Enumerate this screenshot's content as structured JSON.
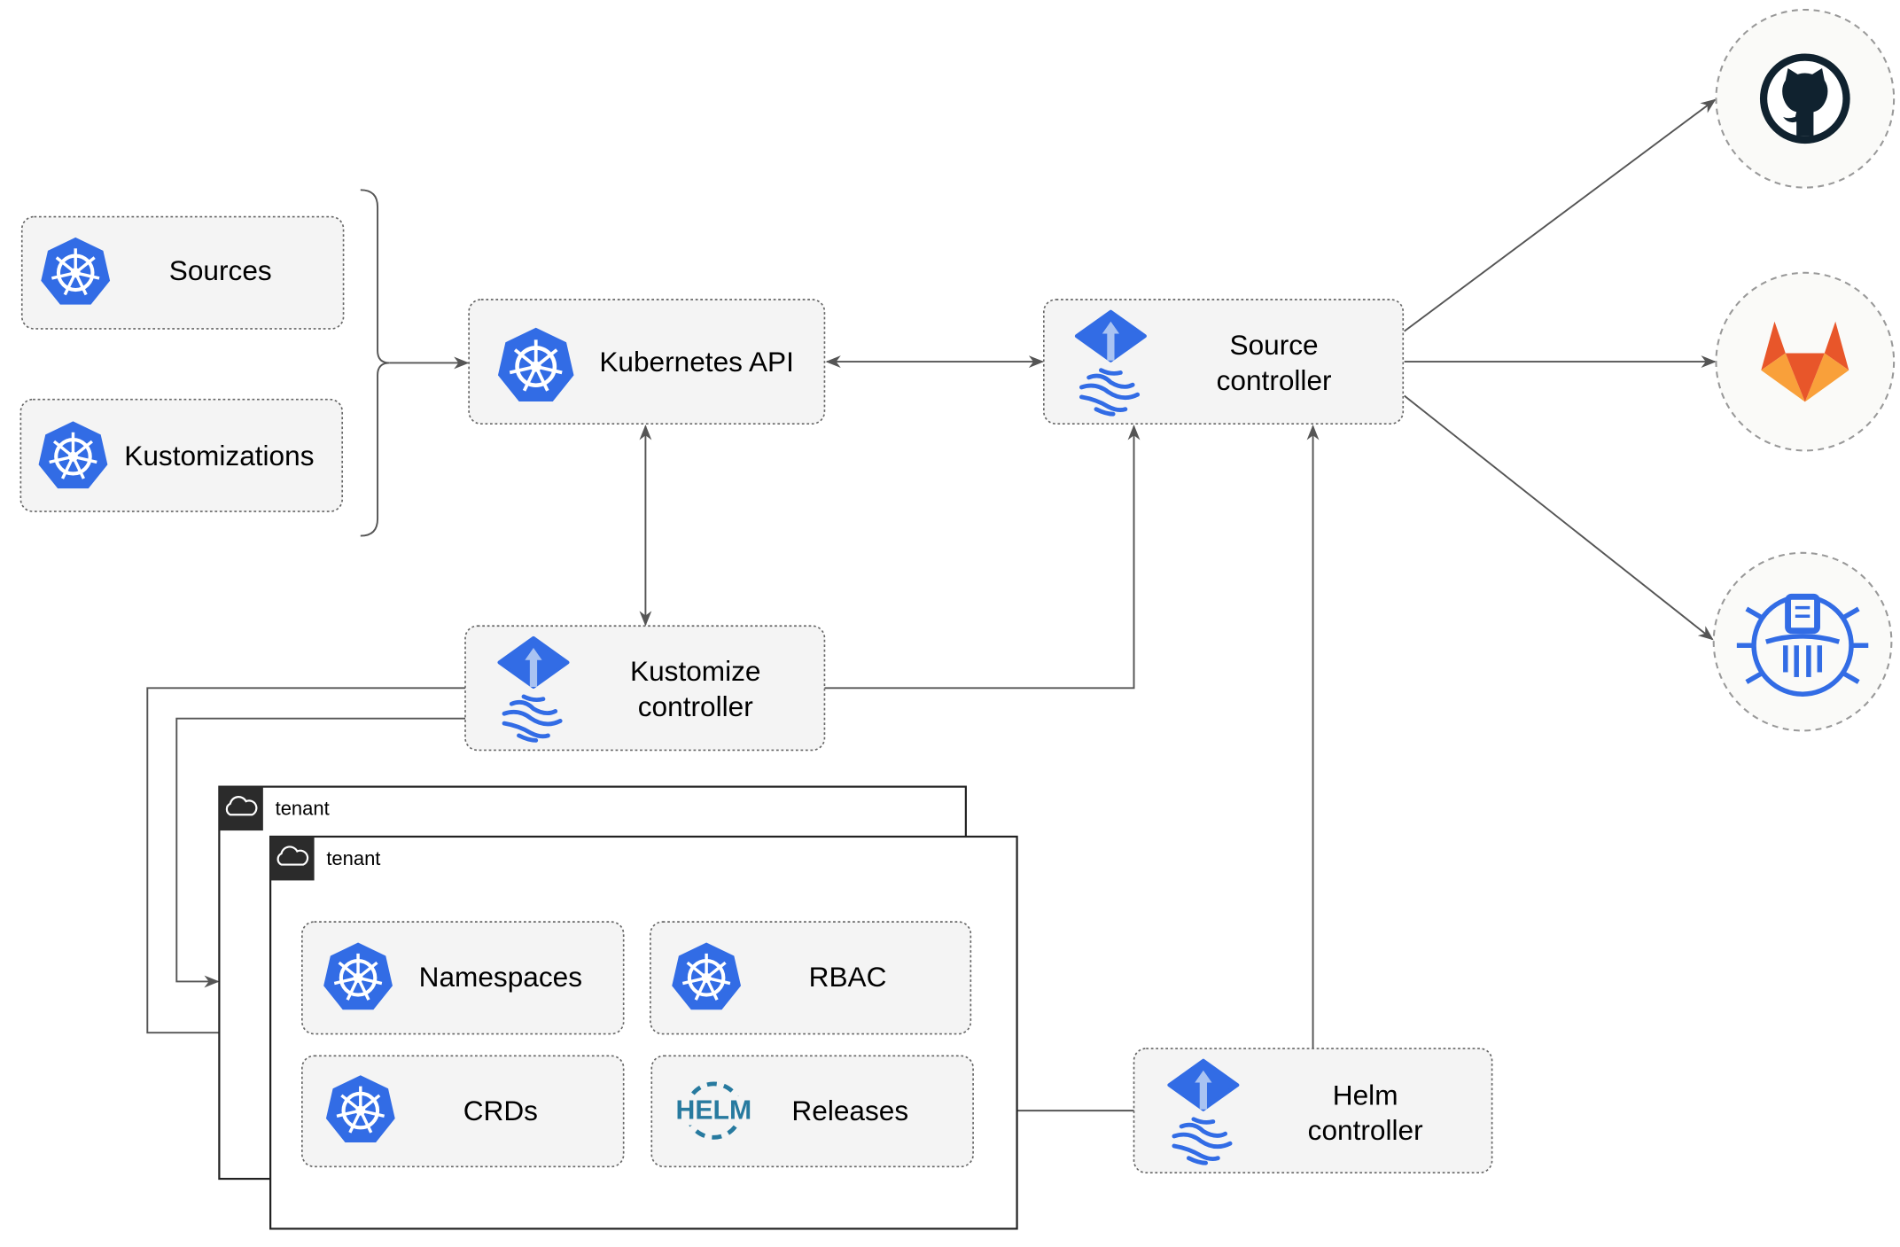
{
  "nodes": {
    "sources": "Sources",
    "kustomizations": "Kustomizations",
    "kubernetes_api": "Kubernetes API",
    "source_controller": [
      "Source",
      "controller"
    ],
    "kustomize_controller": [
      "Kustomize",
      "controller"
    ],
    "helm_controller": [
      "Helm",
      "controller"
    ],
    "namespaces": "Namespaces",
    "rbac": "RBAC",
    "crds": "CRDs",
    "releases": "Releases"
  },
  "tenants": [
    "tenant",
    "tenant"
  ],
  "external_sources": [
    {
      "icon": "github-icon"
    },
    {
      "icon": "gitlab-icon"
    },
    {
      "icon": "bucket-icon"
    }
  ],
  "icons": {
    "kubernetes": "kubernetes-icon",
    "flux": "flux-icon",
    "helm": "helm-icon",
    "helm_text": "HELM",
    "cloud": "cloud-icon"
  },
  "colors": {
    "kubernetes_blue": "#326CE5",
    "github_dark": "#10222F",
    "gitlab_orange": "#E8562A",
    "gitlab_yellow": "#F9A03A",
    "helm_blue": "#277A9F",
    "edge": "#555555"
  }
}
